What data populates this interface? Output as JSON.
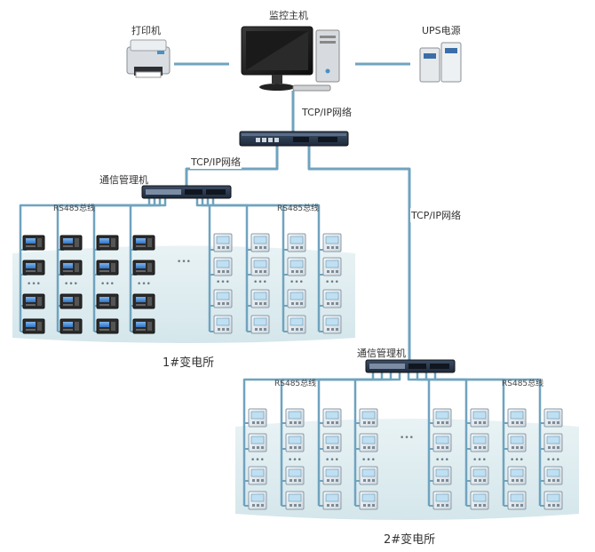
{
  "labels": {
    "host": "监控主机",
    "printer": "打印机",
    "ups": "UPS电源",
    "tcp_top": "TCP/IP网络",
    "tcp_left": "TCP/IP网络",
    "tcp_right": "TCP/IP网络",
    "comm_mgr_1": "通信管理机",
    "comm_mgr_2": "通信管理机",
    "rs485_1a": "RS485总线",
    "rs485_1b": "RS485总线",
    "rs485_2a": "RS485总线",
    "rs485_2b": "RS485总线",
    "substation_1": "1#变电所",
    "substation_2": "2#变电所",
    "ellipsis": "•••"
  },
  "colors": {
    "line": "#6fa3bf",
    "platform": "#dcecef",
    "switch": "#2a3a52",
    "meter_dark": "#2b2b2b",
    "meter_screen": "#2f74c9",
    "meter_light": "#e8eef2"
  },
  "icons": {
    "printer": "printer-icon",
    "host": "computer-icon",
    "ups": "ups-icon",
    "core_switch": "network-switch-icon",
    "comm_switch": "communication-manager-icon",
    "dark_meter": "panel-meter-icon",
    "light_meter": "power-meter-icon"
  }
}
